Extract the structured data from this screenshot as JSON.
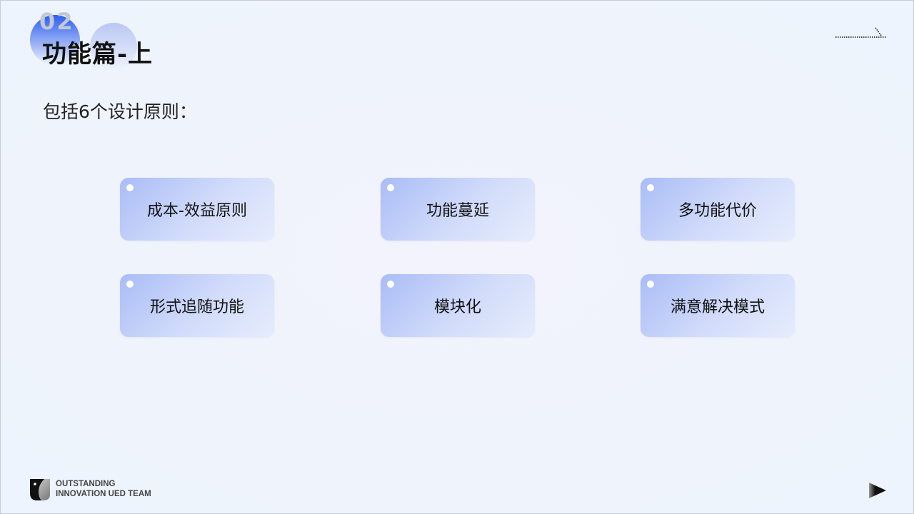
{
  "header": {
    "section_number": "02",
    "title": "功能篇-上"
  },
  "subtitle": "包括6个设计原则：",
  "principles": [
    {
      "label": "成本-效益原则"
    },
    {
      "label": "功能蔓延"
    },
    {
      "label": "多功能代价"
    },
    {
      "label": "形式追随功能"
    },
    {
      "label": "模块化"
    },
    {
      "label": "满意解决模式"
    }
  ],
  "footer": {
    "team_line1": "OUTSTANDING",
    "team_line2": "INNOVATION UED TEAM",
    "next_icon": "play-arrow-icon"
  },
  "colors": {
    "accent": "#2d5ff0",
    "card_start": "#a9bcf6",
    "card_end": "#e6ecfd"
  }
}
